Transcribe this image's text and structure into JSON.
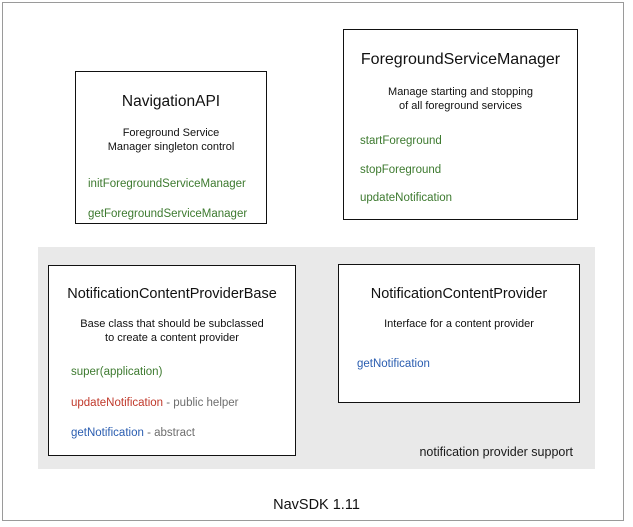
{
  "diagram": {
    "footer_caption": "NavSDK 1.11",
    "group_panel": {
      "label": "notification provider support",
      "background_color": "#e9e9e9"
    },
    "colors": {
      "green": "#3d7a2f",
      "blue": "#2a5db0",
      "red": "#c0392b",
      "note_gray": "#6e6e6e",
      "box_border": "#111111",
      "frame_border": "#9a9a9a",
      "panel_background": "#e9e9e9",
      "text": "#111111"
    },
    "boxes": [
      {
        "id": "navigation-api",
        "title": "NavigationAPI",
        "description_lines": [
          "Foreground Service",
          "Manager singleton control"
        ],
        "members": [
          {
            "name": "initForegroundServiceManager",
            "color": "green",
            "note": ""
          },
          {
            "name": "getForegroundServiceManager",
            "color": "green",
            "note": ""
          }
        ]
      },
      {
        "id": "foreground-service-manager",
        "title": "ForegroundServiceManager",
        "description_lines": [
          "Manage starting and stopping",
          "of all foreground services"
        ],
        "members": [
          {
            "name": "startForeground",
            "color": "green",
            "note": ""
          },
          {
            "name": "stopForeground",
            "color": "green",
            "note": ""
          },
          {
            "name": "updateNotification",
            "color": "green",
            "note": ""
          }
        ]
      },
      {
        "id": "notification-content-provider-base",
        "title": "NotificationContentProviderBase",
        "description_lines": [
          "Base class that should be subclassed",
          "to create a content provider"
        ],
        "members": [
          {
            "name": "super(application)",
            "color": "green",
            "note": ""
          },
          {
            "name": "updateNotification",
            "color": "red",
            "note": " - public helper"
          },
          {
            "name": "getNotification",
            "color": "blue",
            "note": " - abstract"
          }
        ]
      },
      {
        "id": "notification-content-provider",
        "title": "NotificationContentProvider",
        "description_lines": [
          "Interface for a content provider"
        ],
        "members": [
          {
            "name": "getNotification",
            "color": "blue",
            "note": ""
          }
        ]
      }
    ]
  }
}
